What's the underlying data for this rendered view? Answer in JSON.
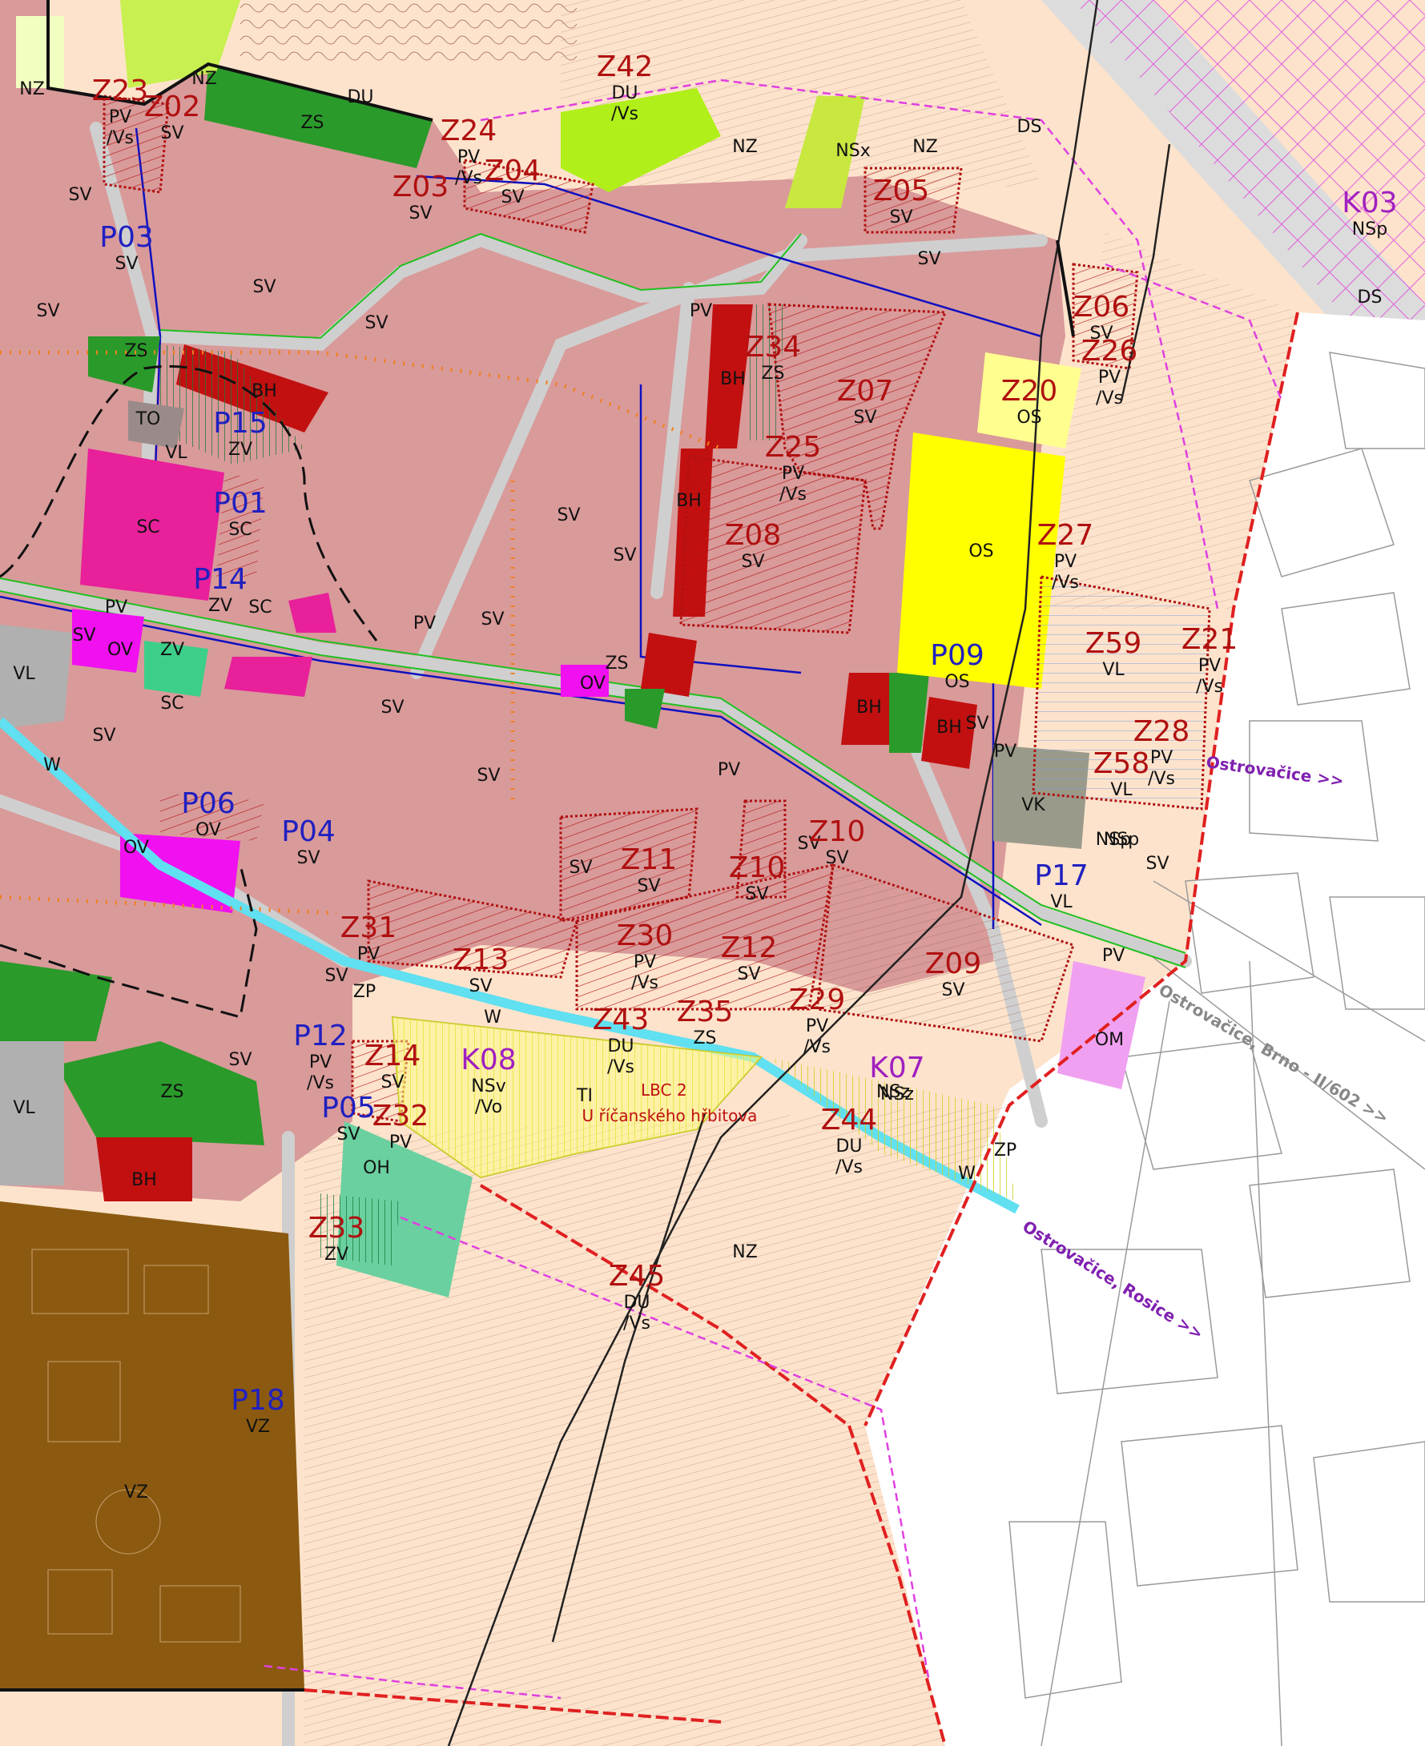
{
  "colors": {
    "sv": "#d99a9a",
    "nz": "#fde3cc",
    "bh": "#c21010",
    "zs": "#2a9a2a",
    "zv": "#3ccf8a",
    "sc": "#e8209a",
    "ov": "#f010f0",
    "os": "#ffff00",
    "vz": "#8b5a10",
    "vl": "#b0b0b0",
    "vk": "#9a9a8a",
    "om": "#f0a0f0",
    "oh": "#6ad0a0",
    "nsp": "#c8f050",
    "water": "#60e0f0",
    "road": "#c8c8c8",
    "boundary": "#ff0000",
    "proposal_red": "#b01010",
    "proposal_blue": "#2020c0",
    "proposal_purple": "#a020c0"
  },
  "labels": {
    "zones": [
      {
        "text": "SV"
      },
      {
        "text": "SV"
      },
      {
        "text": "SV"
      },
      {
        "text": "SV"
      },
      {
        "text": "SV"
      },
      {
        "text": "SV"
      },
      {
        "text": "SV"
      },
      {
        "text": "SV"
      },
      {
        "text": "SV"
      },
      {
        "text": "SV"
      },
      {
        "text": "SV"
      },
      {
        "text": "SV"
      },
      {
        "text": "SV"
      },
      {
        "text": "SV"
      },
      {
        "text": "SV"
      },
      {
        "text": "SV"
      },
      {
        "text": "SV"
      },
      {
        "text": "SV"
      },
      {
        "text": "NZ"
      },
      {
        "text": "NZ"
      },
      {
        "text": "NZ"
      },
      {
        "text": "NZ"
      },
      {
        "text": "NZ"
      },
      {
        "text": "DU"
      },
      {
        "text": "DS"
      },
      {
        "text": "DS"
      },
      {
        "text": "ZS"
      },
      {
        "text": "ZS"
      },
      {
        "text": "ZS"
      },
      {
        "text": "ZS"
      },
      {
        "text": "BH"
      },
      {
        "text": "BH"
      },
      {
        "text": "BH"
      },
      {
        "text": "BH"
      },
      {
        "text": "BH"
      },
      {
        "text": "BH"
      },
      {
        "text": "SC"
      },
      {
        "text": "SC"
      },
      {
        "text": "SC"
      },
      {
        "text": "OV"
      },
      {
        "text": "OV"
      },
      {
        "text": "OV"
      },
      {
        "text": "OS"
      },
      {
        "text": "VZ"
      },
      {
        "text": "VL"
      },
      {
        "text": "VK"
      },
      {
        "text": "OM"
      },
      {
        "text": "OH"
      },
      {
        "text": "TO"
      },
      {
        "text": "VL"
      },
      {
        "text": "VL"
      },
      {
        "text": "NSp"
      },
      {
        "text": "NSx"
      },
      {
        "text": "NSz"
      },
      {
        "text": "PV"
      },
      {
        "text": "PV"
      },
      {
        "text": "PV"
      },
      {
        "text": "PV"
      },
      {
        "text": "PV"
      },
      {
        "text": "PV"
      },
      {
        "text": "ZV"
      },
      {
        "text": "ZP"
      },
      {
        "text": "ZP"
      },
      {
        "text": "W"
      },
      {
        "text": "W"
      },
      {
        "text": "W"
      },
      {
        "text": "NSp"
      }
    ],
    "proposals": [
      {
        "code": "Z23",
        "sub": "PV"
      },
      {
        "code": "Z02",
        "sub": "SV"
      },
      {
        "code": "Z42",
        "sub": "DU"
      },
      {
        "code": "Z24",
        "sub": "PV"
      },
      {
        "code": "Z03",
        "sub": "SV"
      },
      {
        "code": "Z04",
        "sub": "SV"
      },
      {
        "code": "Z05",
        "sub": "SV"
      },
      {
        "code": "Z06",
        "sub": "SV"
      },
      {
        "code": "Z26",
        "sub": "PV"
      },
      {
        "code": "Z34",
        "sub": "ZS"
      },
      {
        "code": "Z07",
        "sub": "SV"
      },
      {
        "code": "Z20",
        "sub": "OS"
      },
      {
        "code": "Z25",
        "sub": "PV"
      },
      {
        "code": "Z08",
        "sub": "SV"
      },
      {
        "code": "Z27",
        "sub": "PV"
      },
      {
        "code": "Z59",
        "sub": "VL"
      },
      {
        "code": "Z21",
        "sub": "PV"
      },
      {
        "code": "Z28",
        "sub": "PV"
      },
      {
        "code": "Z58",
        "sub": "VL"
      },
      {
        "code": "Z11",
        "sub": "SV"
      },
      {
        "code": "Z10",
        "sub": "SV"
      },
      {
        "code": "Z10",
        "sub": "SV"
      },
      {
        "code": "Z31",
        "sub": "PV"
      },
      {
        "code": "Z13",
        "sub": "SV"
      },
      {
        "code": "Z30",
        "sub": "PV"
      },
      {
        "code": "Z12",
        "sub": "SV"
      },
      {
        "code": "Z09",
        "sub": "SV"
      },
      {
        "code": "Z43",
        "sub": "DU"
      },
      {
        "code": "Z35",
        "sub": "ZS"
      },
      {
        "code": "Z29",
        "sub": "PV"
      },
      {
        "code": "Z14",
        "sub": "SV"
      },
      {
        "code": "Z32",
        "sub": "PV"
      },
      {
        "code": "Z44",
        "sub": "DU"
      },
      {
        "code": "Z33",
        "sub": "ZV"
      },
      {
        "code": "Z45",
        "sub": "DU"
      }
    ],
    "plochy": [
      {
        "code": "P03",
        "sub": "SV"
      },
      {
        "code": "P15",
        "sub": "ZV"
      },
      {
        "code": "P01",
        "sub": "SC"
      },
      {
        "code": "P14",
        "sub": "ZV"
      },
      {
        "code": "P09",
        "sub": "OS"
      },
      {
        "code": "P06",
        "sub": "OV"
      },
      {
        "code": "P04",
        "sub": "SV"
      },
      {
        "code": "P17",
        "sub": "VL"
      },
      {
        "code": "P12",
        "sub": "PV"
      },
      {
        "code": "P05",
        "sub": "SV"
      },
      {
        "code": "P18",
        "sub": "VZ"
      }
    ],
    "krajina": [
      {
        "code": "K03",
        "sub": "NSp"
      },
      {
        "code": "K08",
        "sub": "NSv"
      },
      {
        "code": "K07",
        "sub": "NSz"
      }
    ],
    "vs": "/Vs",
    "vo": "/Vo",
    "lbc": "LBC 2",
    "lbc_name": "U říčanského hřbitova",
    "ti": "TI",
    "towns": [
      "Ostrovačice >>",
      "Ostrovačice, Rosice >>",
      "Ostrovačice, Brno - II/602 >>"
    ]
  }
}
